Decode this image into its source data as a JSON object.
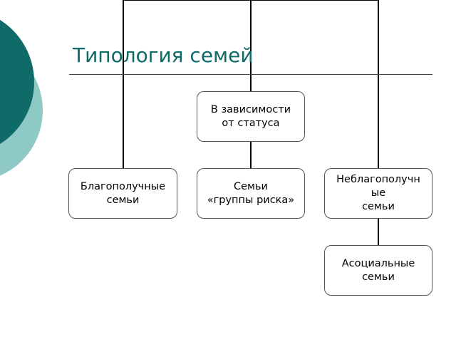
{
  "slide": {
    "title": "Типология семей",
    "colors": {
      "title": "#0f6b68",
      "decor_dark": "#0f6b68",
      "decor_light": "#8ec9c6",
      "rule": "#444444",
      "box_border": "#555555",
      "connector": "#000000"
    }
  },
  "diagram": {
    "nodes": [
      {
        "id": "status",
        "label": "В зависимости\nот статуса"
      },
      {
        "id": "wealthy",
        "label": "Благополучные\nсемьи"
      },
      {
        "id": "risk",
        "label": "Семьи\n«группы риска»"
      },
      {
        "id": "troubled",
        "label": "Неблагополучн\nые\nсемьи"
      },
      {
        "id": "asocial",
        "label": "Асоциальные\nсемьи"
      }
    ],
    "edges": [
      {
        "from": "status",
        "to": "wealthy"
      },
      {
        "from": "status",
        "to": "risk"
      },
      {
        "from": "status",
        "to": "troubled"
      },
      {
        "from": "troubled",
        "to": "asocial"
      }
    ]
  }
}
